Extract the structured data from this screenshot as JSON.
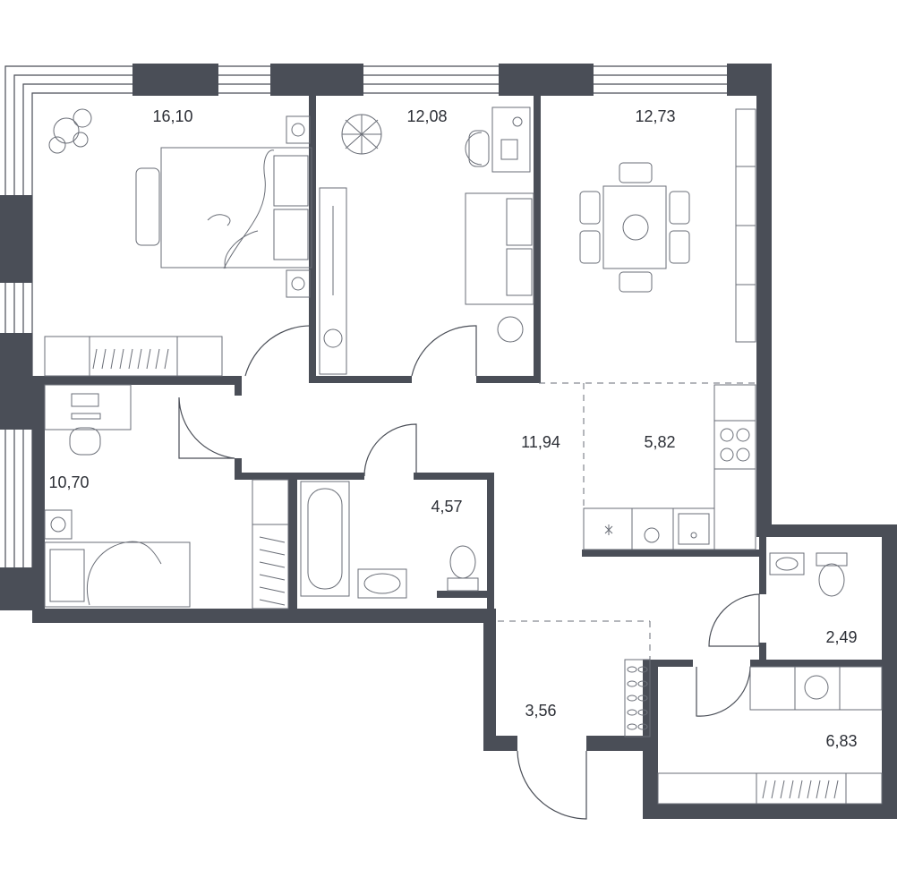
{
  "rooms": [
    {
      "id": "bedroom-1",
      "area": "16,10"
    },
    {
      "id": "bedroom-2",
      "area": "12,08"
    },
    {
      "id": "living-room",
      "area": "12,73"
    },
    {
      "id": "bedroom-3",
      "area": "10,70"
    },
    {
      "id": "hall",
      "area": "11,94"
    },
    {
      "id": "kitchen",
      "area": "5,82"
    },
    {
      "id": "bathroom",
      "area": "4,57"
    },
    {
      "id": "toilet",
      "area": "2,49"
    },
    {
      "id": "entrance",
      "area": "3,56"
    },
    {
      "id": "utility",
      "area": "6,83"
    }
  ],
  "colors": {
    "wall": "#4a4e57",
    "furniture": "#6a6e77",
    "background": "#ffffff"
  }
}
